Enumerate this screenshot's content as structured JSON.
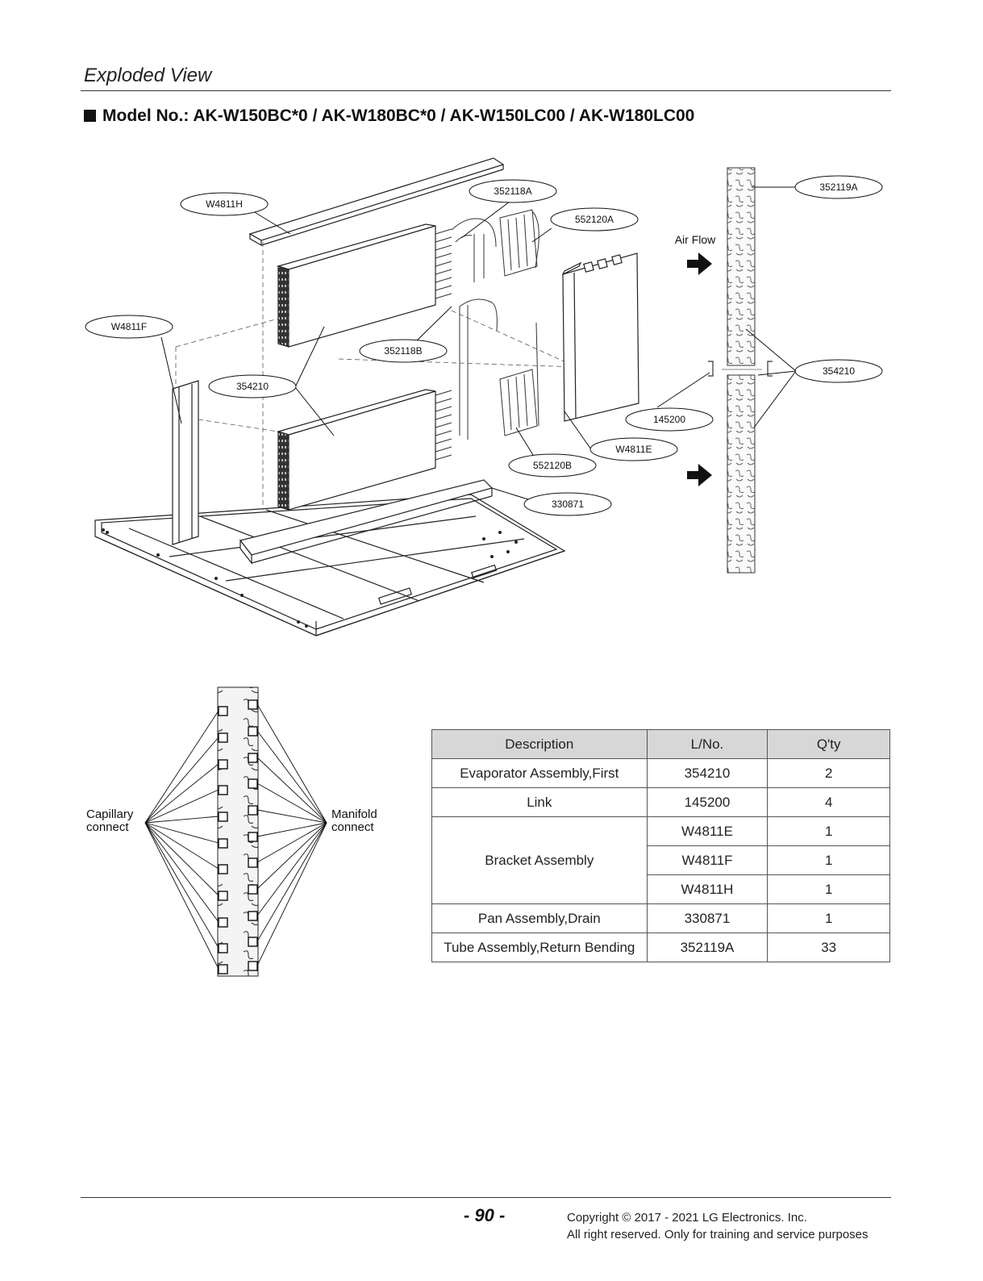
{
  "header": {
    "section_title": "Exploded View",
    "model_line": "Model No.: AK-W150BC*0 / AK-W180BC*0 / AK-W150LC00 / AK-W180LC00"
  },
  "diagram": {
    "callouts": {
      "w4811h": "W4811H",
      "c352118a": "352118A",
      "c552120a": "552120A",
      "w4811f": "W4811F",
      "c352118b": "352118B",
      "c354210_left": "354210",
      "c145200": "145200",
      "w4811e": "W4811E",
      "c552120b": "552120B",
      "c330871": "330871",
      "c352119a": "352119A",
      "c354210_right": "354210"
    },
    "air_flow_label": "Air Flow",
    "capillary_label": "Capillary connect",
    "manifold_label": "Manifold connect"
  },
  "parts_table": {
    "headers": [
      "Description",
      "L/No.",
      "Q'ty"
    ],
    "rows": [
      {
        "description": "Evaporator Assembly,First",
        "lno": "354210",
        "qty": "2"
      },
      {
        "description": "Link",
        "lno": "145200",
        "qty": "4"
      },
      {
        "description": "Bracket Assembly",
        "lno": "W4811E",
        "qty": "1"
      },
      {
        "description": "",
        "lno": "W4811F",
        "qty": "1"
      },
      {
        "description": "",
        "lno": "W4811H",
        "qty": "1"
      },
      {
        "description": "Pan Assembly,Drain",
        "lno": "330871",
        "qty": "1"
      },
      {
        "description": "Tube Assembly,Return Bending",
        "lno": "352119A",
        "qty": "33"
      }
    ]
  },
  "footer": {
    "page_number": "- 90 -",
    "copyright_line1": "Copyright © 2017 - 2021 LG Electronics. Inc.",
    "copyright_line2": "All right reserved. Only for training and service purposes"
  }
}
